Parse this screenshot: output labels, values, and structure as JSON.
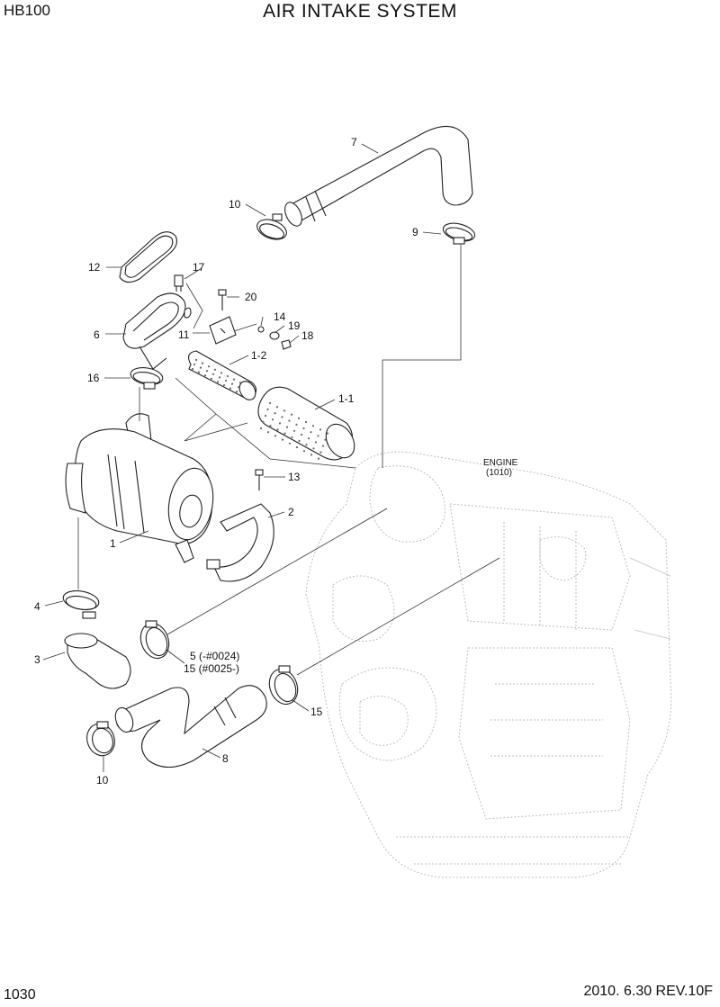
{
  "header": {
    "model": "HB100",
    "title": "AIR INTAKE SYSTEM"
  },
  "footer": {
    "page": "1030",
    "revision": "2010. 6.30  REV.10F"
  },
  "engine_label": {
    "line1": "ENGINE",
    "line2": "(1010)"
  },
  "callouts": {
    "c7": "7",
    "c10_top": "10",
    "c9": "9",
    "c12": "12",
    "c17": "17",
    "c20": "20",
    "c6": "6",
    "c14": "14",
    "c19": "19",
    "c11": "11",
    "c18": "18",
    "c1_2": "1-2",
    "c16": "16",
    "c1_1": "1-1",
    "c13": "13",
    "c2": "2",
    "c1": "1",
    "c4": "4",
    "c3": "3",
    "c5": "5 (-#0024)",
    "c15_a": "15 (#0025-)",
    "c15_b": "15",
    "c8": "8",
    "c10_bottom": "10"
  }
}
